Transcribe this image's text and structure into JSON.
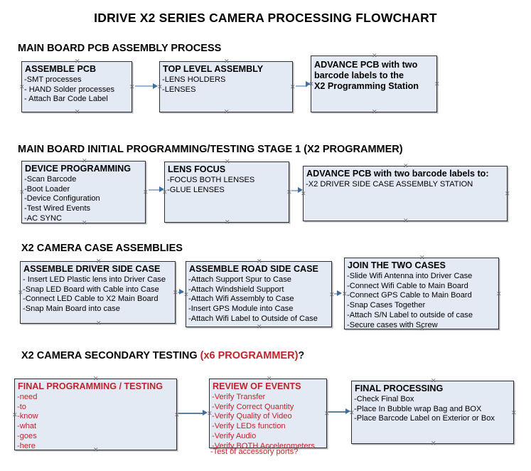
{
  "document": {
    "title": "IDRIVE X2  SERIES CAMERA PROCESSING FLOWCHART",
    "accent_red": "#c0232b",
    "node_fill": "#e4eaf4",
    "node_border": "#2f2f2f",
    "connector_color": "#9ab4cd",
    "arrowhead_color": "#3f6f9e"
  },
  "sections": [
    {
      "id": "main-board-pcb-assembly-process",
      "heading": "MAIN BOARD PCB ASSEMBLY PROCESS",
      "heading_accent": "",
      "heading_suffix": "",
      "nodes": [
        {
          "id": "assemble-pcb",
          "title": "ASSEMBLE PCB",
          "lines": [
            "-SMT processes",
            "- HAND Solder processes",
            "- Attach Bar Code Label"
          ],
          "color": "black"
        },
        {
          "id": "top-level-assembly",
          "title": "TOP LEVEL ASSEMBLY",
          "lines": [
            "-LENS HOLDERS",
            "-LENSES"
          ],
          "color": "black"
        },
        {
          "id": "advance-pcb-to-x2-programming-station",
          "title": "ADVANCE PCB with two\nbarcode labels to the\n X2 Programming Station",
          "lines": [],
          "color": "black"
        }
      ]
    },
    {
      "id": "main-board-initial-programming-testing-stage-1",
      "heading": "MAIN BOARD INITIAL PROGRAMMING/TESTING STAGE 1 (X2 PROGRAMMER)",
      "heading_accent": "",
      "heading_suffix": "",
      "nodes": [
        {
          "id": "device-programming",
          "title": "DEVICE PROGRAMMING",
          "lines": [
            "-Scan Barcode",
            "-Boot Loader",
            "-Device Configuration",
            "-Test Wired Events",
            "-AC SYNC"
          ],
          "color": "black"
        },
        {
          "id": "lens-focus",
          "title": "LENS FOCUS",
          "lines": [
            "-FOCUS BOTH LENSES",
            "-GLUE LENSES"
          ],
          "color": "black"
        },
        {
          "id": "advance-pcb-to-driver-side-case-assembly-station",
          "title": "ADVANCE PCB with two barcode labels to:",
          "lines": [
            "-X2 DRIVER  SIDE  CASE  ASSEMBLY STATION"
          ],
          "color": "black"
        }
      ]
    },
    {
      "id": "x2-camera-case-assemblies",
      "heading": "X2 CAMERA CASE ASSEMBLIES",
      "heading_accent": "",
      "heading_suffix": "",
      "nodes": [
        {
          "id": "assemble-driver-side-case",
          "title": "ASSEMBLE DRIVER SIDE CASE",
          "lines": [
            "- Insert LED Plastic lens into Driver Case",
            "-Snap LED Board with Cable into Case",
            "-Connect LED Cable to X2 Main Board",
            "-Snap Main Board into case"
          ],
          "color": "black"
        },
        {
          "id": "assemble-road-side-case",
          "title": "ASSEMBLE ROAD SIDE CASE",
          "lines": [
            "-Attach Support Spur to Case",
            "-Attach Windshield Support",
            "-Attach Wifi Assembly to Case",
            "-Insert GPS Module into Case",
            "-Attach Wifi Label to Outside of Case"
          ],
          "color": "black"
        },
        {
          "id": "join-the-two-cases",
          "title": "JOIN THE TWO CASES",
          "lines": [
            "-Slide Wifi Antenna into Driver Case",
            "-Connect Wifi Cable to Main Board",
            "-Connect GPS Cable to Main Board",
            "-Snap Cases Together",
            "-Attach S/N Label to outside of case",
            "-Secure cases with Screw"
          ],
          "color": "black"
        }
      ]
    },
    {
      "id": "x2-camera-secondary-testing",
      "heading": "X2 CAMERA SECONDARY TESTING ",
      "heading_accent": "(x6 PROGRAMMER)",
      "heading_suffix": "?",
      "nodes": [
        {
          "id": "final-programming-testing",
          "title": "FINAL PROGRAMMING / TESTING",
          "lines": [
            "-need",
            "-to",
            "-know",
            "-what",
            "-goes",
            "-here"
          ],
          "color": "red"
        },
        {
          "id": "review-of-events",
          "title": "REVIEW OF EVENTS",
          "lines": [
            "-Verify Transfer",
            "-Verify Correct Quantity",
            "-Verify Quality of Video",
            "-Verify LEDs function",
            "-Verify Audio",
            "-Verify BOTH Accelerometers"
          ],
          "overflow_line": "-Test of accessory ports?",
          "color": "red"
        },
        {
          "id": "final-processing",
          "title": "FINAL PROCESSING",
          "lines": [
            " -Check Final Box",
            "-Place In Bubble wrap Bag and BOX",
            "-Place Barcode Label on Exterior or Box"
          ],
          "color": "black"
        }
      ]
    }
  ],
  "connectors": [
    {
      "id": "conn-assemble-pcb-to-top-level",
      "from": "assemble-pcb",
      "to": "top-level-assembly"
    },
    {
      "id": "conn-top-level-to-advance-pcb",
      "from": "top-level-assembly",
      "to": "advance-pcb-to-x2-programming-station"
    },
    {
      "id": "conn-device-programming-to-lens-focus",
      "from": "device-programming",
      "to": "lens-focus"
    },
    {
      "id": "conn-lens-focus-to-advance-pcb-driver",
      "from": "lens-focus",
      "to": "advance-pcb-to-driver-side-case-assembly-station"
    },
    {
      "id": "conn-driver-case-to-road-case",
      "from": "assemble-driver-side-case",
      "to": "assemble-road-side-case"
    },
    {
      "id": "conn-road-case-to-join-cases",
      "from": "assemble-road-side-case",
      "to": "join-the-two-cases"
    },
    {
      "id": "conn-final-programming-to-review",
      "from": "final-programming-testing",
      "to": "review-of-events"
    },
    {
      "id": "conn-review-to-final-processing",
      "from": "review-of-events",
      "to": "final-processing"
    }
  ]
}
